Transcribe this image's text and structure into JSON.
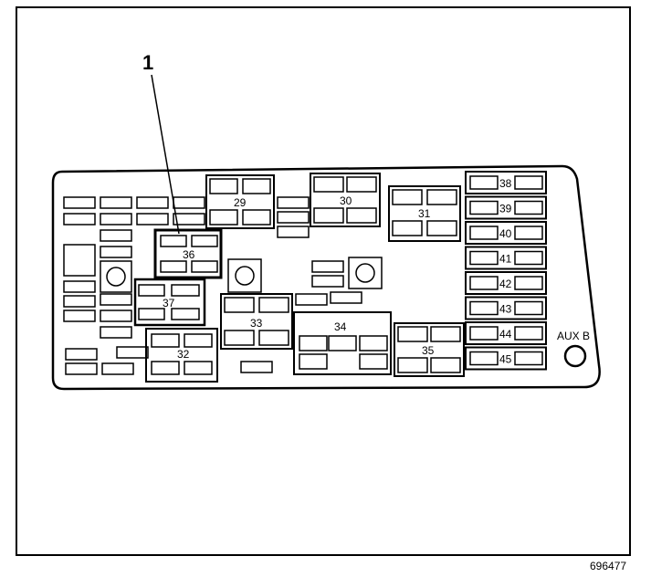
{
  "callout": "1",
  "figure_id": "696477",
  "aux_label": "AUX B",
  "relays": {
    "r29": "29",
    "r30": "30",
    "r31": "31",
    "r33": "33",
    "r34": "34",
    "r35": "35",
    "r36": "36",
    "r37": "37",
    "r32": "32"
  },
  "fuses": [
    {
      "id": "f38",
      "label": "38"
    },
    {
      "id": "f39",
      "label": "39"
    },
    {
      "id": "f40",
      "label": "40"
    },
    {
      "id": "f41",
      "label": "41"
    },
    {
      "id": "f42",
      "label": "42"
    },
    {
      "id": "f43",
      "label": "43"
    },
    {
      "id": "f44",
      "label": "44"
    },
    {
      "id": "f45",
      "label": "45"
    }
  ]
}
